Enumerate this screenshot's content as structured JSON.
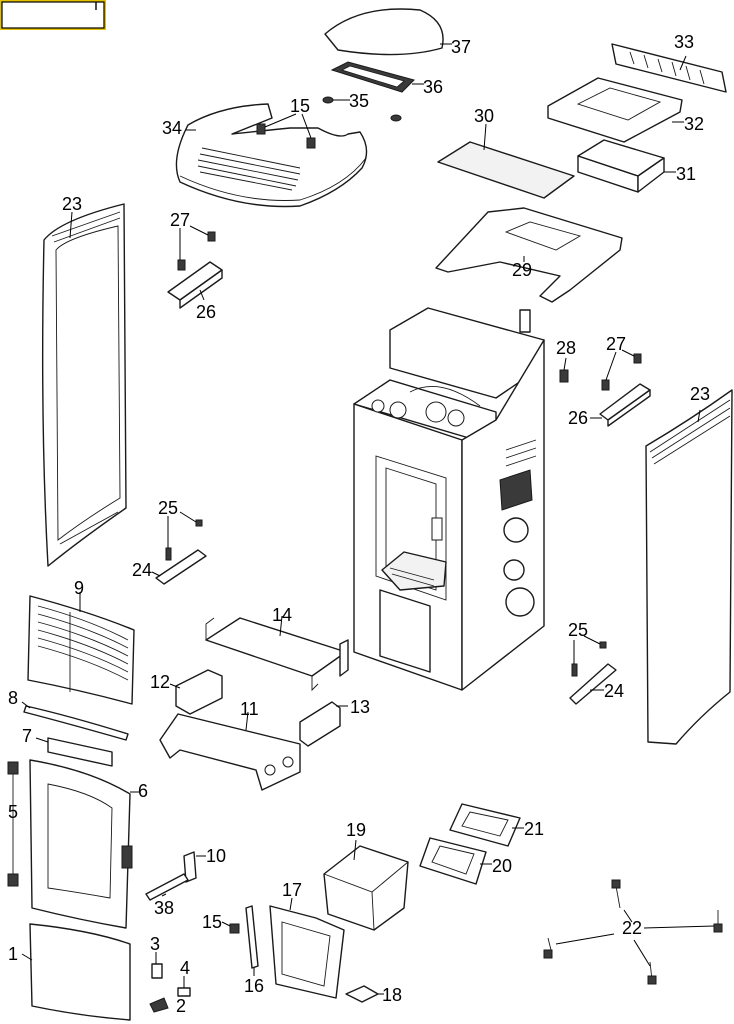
{
  "colors": {
    "line": "#1a1a1a",
    "badge_border": "#e0c000",
    "background": "#ffffff"
  },
  "labels": {
    "l1": "1",
    "l2": "2",
    "l3": "3",
    "l4": "4",
    "l5": "5",
    "l6": "6",
    "l7": "7",
    "l8": "8",
    "l9": "9",
    "l10": "10",
    "l11": "11",
    "l12": "12",
    "l13": "13",
    "l14": "14",
    "l15a": "15",
    "l15b": "15",
    "l16": "16",
    "l17": "17",
    "l18": "18",
    "l19": "19",
    "l20": "20",
    "l21": "21",
    "l22": "22",
    "l23a": "23",
    "l23b": "23",
    "l24a": "24",
    "l24b": "24",
    "l25a": "25",
    "l25b": "25",
    "l26a": "26",
    "l26b": "26",
    "l27a": "27",
    "l27b": "27",
    "l28": "28",
    "l29": "29",
    "l30": "30",
    "l31": "31",
    "l32": "32",
    "l33": "33",
    "l34": "34",
    "l35": "35",
    "l36": "36",
    "l37": "37",
    "l38": "38"
  }
}
